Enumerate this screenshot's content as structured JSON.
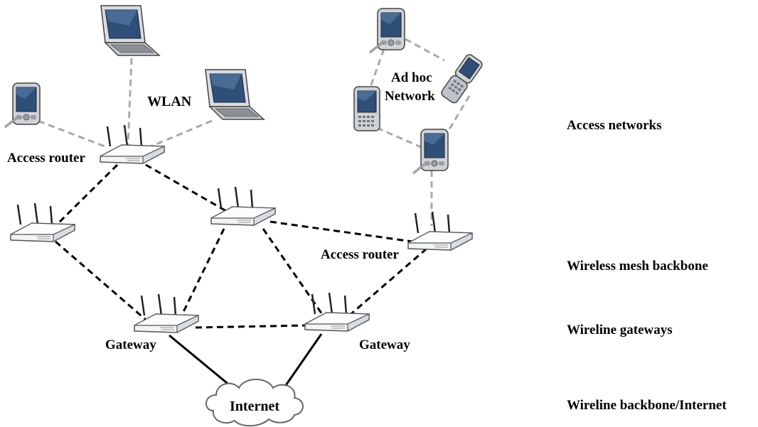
{
  "labels": {
    "wlan": "WLAN",
    "adhoc_line1": "Ad hoc",
    "adhoc_line2": "Network",
    "access_router_top": "Access router",
    "access_router_right": "Access router",
    "gateway_left": "Gateway",
    "gateway_right": "Gateway",
    "internet": "Internet"
  },
  "tiers": {
    "access_networks": "Access networks",
    "wireless_mesh_backbone": "Wireless mesh backbone",
    "wireline_gateways": "Wireline gateways",
    "wireline_backbone": "Wireline backbone/Internet"
  },
  "link_styles": {
    "wireless_access_link": "#a9a9a9",
    "mesh_link": "#000000",
    "wireline_link": "#000000"
  },
  "icons": [
    "laptop-icon",
    "pda-icon",
    "flip-phone-icon",
    "router-icon",
    "cloud-icon"
  ]
}
